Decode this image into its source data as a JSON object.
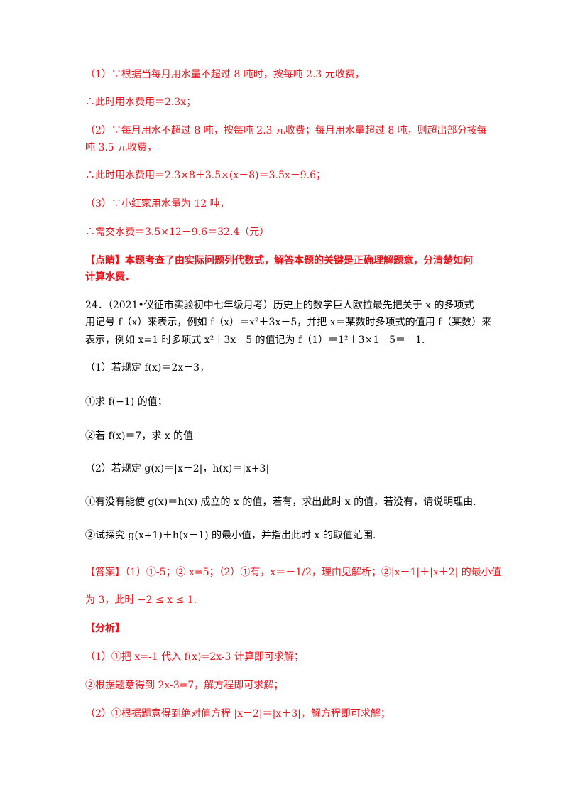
{
  "colors": {
    "answer_red": "#e8141b",
    "text": "#000000"
  },
  "lines": [
    {
      "id": "s1",
      "text": "（1）∵根据当每月用水量不超过 8 吨时，按每吨 2.3 元收费，"
    },
    {
      "id": "s2",
      "text": "∴此时用水费用＝2.3x；"
    },
    {
      "id": "s3",
      "text": "（2）∵每月用水不超过 8 吨，按每吨 2.3 元收费；每月用水量超过 8 吨，则超出部分按每"
    },
    {
      "id": "s4",
      "text": "吨 3.5 元收费，"
    },
    {
      "id": "s5",
      "text": "∴此时用水费用＝2.3×8＋3.5×(x－8)＝3.5x－9.6；"
    },
    {
      "id": "s6",
      "text": "（3）∵小红家用水量为 12 吨，"
    },
    {
      "id": "s7",
      "text": "∴需交水费＝3.5×12－9.6＝32.4（元）"
    },
    {
      "id": "s8",
      "text": "【点睛】本题考查了由实际问题列代数式，解答本题的关键是正确理解题意，分清楚如何"
    },
    {
      "id": "s9",
      "text": "计算水费．"
    },
    {
      "id": "q1",
      "text": "24．（2021•仪征市实验初中七年级月考）历史上的数学巨人欧拉最先把关于 x 的多项式"
    },
    {
      "id": "q2",
      "text": "用记号 f（x）来表示，例如 f（x）＝x²＋3x－5，并把 x＝某数时多项式的值用 f（某数）来"
    },
    {
      "id": "q3",
      "text": "表示，例如 x=1 时多项式 x²＋3x－5 的值记为 f（1）＝1²＋3×1－5＝－1."
    },
    {
      "id": "q4",
      "text": "（1）若规定 f(x)＝2x－3，"
    },
    {
      "id": "q5",
      "text": "①求 f(−1) 的值；"
    },
    {
      "id": "q6",
      "text": "②若 f(x)＝7，求 x 的值"
    },
    {
      "id": "q7",
      "text": "（2）若规定 g(x)＝|x－2|，h(x)＝|x+3|"
    },
    {
      "id": "q8",
      "text": "①有没有能使 g(x)＝h(x) 成立的 x 的值，若有，求出此时 x 的值，若没有，请说明理由."
    },
    {
      "id": "q9",
      "text": "②试探究 g(x+1)＋h(x－1) 的最小值，并指出此时 x 的取值范围."
    },
    {
      "id": "a1",
      "text": "【答案】（1）①-5；② x=5；（2）①有，x＝－1/2，理由见解析；②|x－1|＋|x＋2| 的最小值"
    },
    {
      "id": "a2",
      "text": "为 3，此时 −2 ≤ x ≤ 1."
    },
    {
      "id": "f0",
      "text": "【分析】"
    },
    {
      "id": "f1",
      "text": "（1）①把 x=-1 代入 f(x)=2x-3 计算即可求解；"
    },
    {
      "id": "f2",
      "text": "②根据题意得到 2x-3=7，解方程即可求解；"
    },
    {
      "id": "f3",
      "text": "（2）①根据题意得到绝对值方程 |x－2|＝|x＋3|，解方程即可求解；"
    }
  ]
}
